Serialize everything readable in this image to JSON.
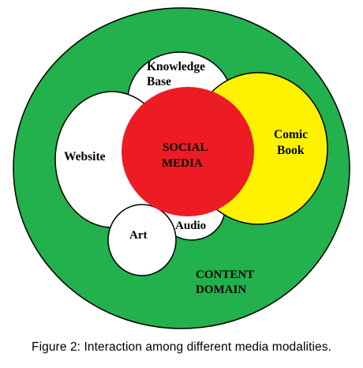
{
  "diagram": {
    "colors": {
      "content_domain": "#22b14c",
      "white_circles": "#ffffff",
      "comic_book": "#fff200",
      "social_media": "#ed1c24",
      "outline": "#000000"
    },
    "labels": {
      "knowledge_base_line1": "Knowledge",
      "knowledge_base_line2": "Base",
      "website": "Website",
      "comic_book_line1": "Comic",
      "comic_book_line2": "Book",
      "social_media_line1": "SOCIAL",
      "social_media_line2": "MEDIA",
      "art": "Art",
      "audio": "Audio",
      "content_domain_line1": "CONTENT",
      "content_domain_line2": "DOMAIN"
    }
  },
  "caption": "Figure 2: Interaction among different media modalities."
}
